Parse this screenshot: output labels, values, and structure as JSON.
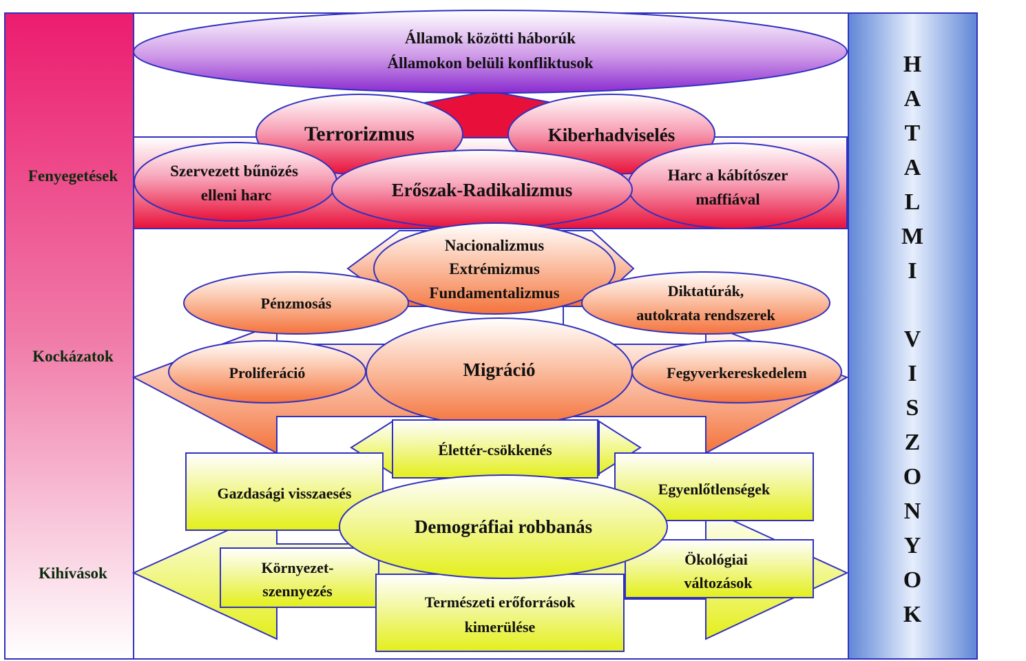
{
  "side_labels": {
    "threats": "Fenyegetések",
    "risks": "Kockázatok",
    "challenges": "Kihívások"
  },
  "right_column": {
    "word1": [
      "H",
      "A",
      "T",
      "A",
      "L",
      "M",
      "I"
    ],
    "word2": [
      "V",
      "I",
      "S",
      "Z",
      "O",
      "N",
      "Y",
      "O",
      "K"
    ]
  },
  "top": {
    "line1": "Államok közötti  háborúk",
    "line2": "Államokon  belüli konfliktusok"
  },
  "threats": {
    "terrorism": "Terrorizmus",
    "cyber": "Kiberhadviselés",
    "organized_line1": "Szervezett bűnözés",
    "organized_line2": "elleni harc",
    "violence": "Erőszak-Radikalizmus",
    "drug_line1": "Harc a kábítószer",
    "drug_line2": "maffiával"
  },
  "risks": {
    "ideology_line1": "Nacionalizmus",
    "ideology_line2": "Extrémizmus",
    "ideology_line3": "Fundamentalizmus",
    "money": "Pénzmosás",
    "dictator_line1": "Diktatúrák,",
    "dictator_line2": "autokrata  rendszerek",
    "prolif": "Proliferáció",
    "migration": "Migráció",
    "arms": "Fegyverkereskedelem"
  },
  "challenges": {
    "living_space": "Élettér-csökkenés",
    "economic": "Gazdasági  visszaesés",
    "inequality": "Egyenlőtlenségek",
    "demographic": "Demográfiai robbanás",
    "pollution_line1": "Környezet-",
    "pollution_line2": "szennyezés",
    "ecological_line1": "Ökológiai",
    "ecological_line2": "változások",
    "resources_line1": "Természeti  erőforrások",
    "resources_line2": "kimerülése"
  },
  "colors": {
    "threat_red": "#e8103a",
    "risk_orange": "#f4733c",
    "challenge_yellow": "#e4ef1a",
    "top_purple": "#8a2bd0",
    "left_pink": "#ec1c6e",
    "right_blue": "#6688d8",
    "outline_blue": "#3030c0"
  }
}
